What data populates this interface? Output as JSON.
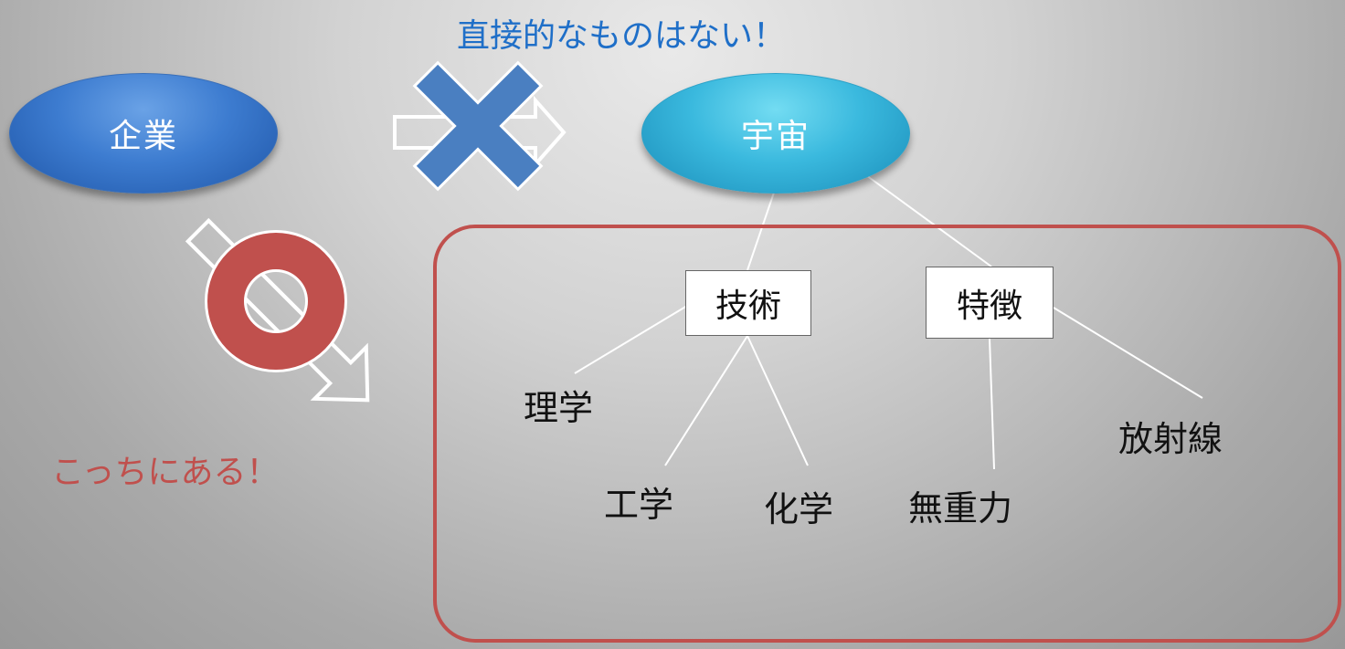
{
  "header": {
    "note_none": "直接的なものはない！"
  },
  "nodes": {
    "company": "企業",
    "space": "宇宙",
    "technology": "技術",
    "features": "特徴"
  },
  "leaves": {
    "physics": "理学",
    "engineering": "工学",
    "chemistry": "化学",
    "zero_gravity": "無重力",
    "radiation": "放射線"
  },
  "notes": {
    "here": "こっちにある！"
  },
  "colors": {
    "company_fill": "#3d7cd0",
    "space_fill": "#3ab9de",
    "cross": "#4a7fc1",
    "circle": "#c0504d",
    "blue_text": "#1f6fc8",
    "red_text": "#c0504d"
  },
  "icons": {
    "no_link": "x-cross-icon",
    "yes_link": "circle-mark-icon"
  }
}
